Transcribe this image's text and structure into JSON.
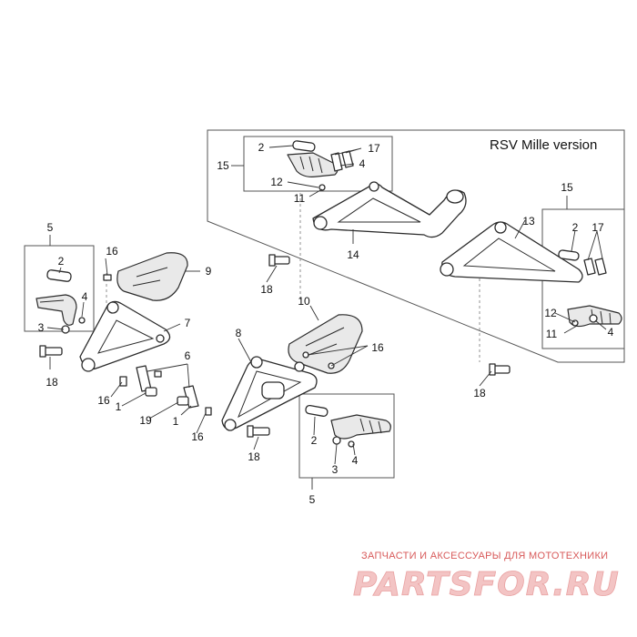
{
  "diagram": {
    "version_label": "RSV Mille version",
    "watermark": {
      "top_text": "ЗАПЧАСТИ И АКСЕССУАРЫ ДЛЯ МОТОТЕХНИКИ",
      "logo_text": "PARTSFOR.RU"
    },
    "callouts": {
      "c01": "1",
      "c02": "1",
      "c03": "2",
      "c04": "2",
      "c05": "2",
      "c06": "2",
      "c07": "3",
      "c08": "3",
      "c09": "4",
      "c10": "4",
      "c11": "4",
      "c12": "4",
      "c13": "5",
      "c14": "5",
      "c15": "6",
      "c16": "7",
      "c17": "8",
      "c18": "9",
      "c19": "10",
      "c20": "11",
      "c21": "11",
      "c22": "12",
      "c23": "12",
      "c24": "13",
      "c25": "14",
      "c26": "15",
      "c27": "15",
      "c28": "16",
      "c29": "16",
      "c30": "16",
      "c31": "16",
      "c32": "17",
      "c33": "17",
      "c34": "18",
      "c35": "18",
      "c36": "18",
      "c37": "18",
      "c38": "19"
    }
  }
}
